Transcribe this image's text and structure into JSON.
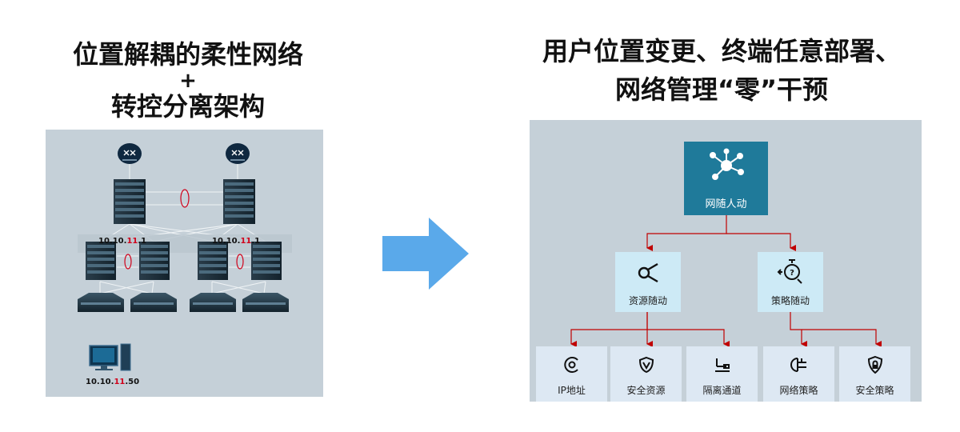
{
  "left_title": {
    "line1": "位置解耦的柔性网络",
    "plus": "+",
    "line3": "转控分离架构"
  },
  "right_title": {
    "line1": "用户位置变更、终端任意部署、",
    "line2": "网络管理“零”干预"
  },
  "network": {
    "left_group_ip": {
      "prefix": "10.10.",
      "highlight": "11",
      "suffix": ".1"
    },
    "right_group_ip": {
      "prefix": "10.10.",
      "highlight": "11",
      "suffix": ".1"
    },
    "terminal_ip": {
      "prefix": "10.10.",
      "highlight": "11",
      "suffix": ".50"
    }
  },
  "architecture": {
    "root": {
      "label": "网随人动",
      "icon": "network-hub-icon"
    },
    "branches": [
      {
        "label": "资源随动",
        "icon": "share-node-icon"
      },
      {
        "label": "策略随动",
        "icon": "policy-timer-icon"
      }
    ],
    "leaves": [
      {
        "label": "IP地址",
        "icon": "ip-address-icon"
      },
      {
        "label": "安全资源",
        "icon": "shield-icon"
      },
      {
        "label": "隔离通道",
        "icon": "isolation-channel-icon"
      },
      {
        "label": "网络策略",
        "icon": "network-policy-icon"
      },
      {
        "label": "安全策略",
        "icon": "security-lock-icon"
      }
    ]
  },
  "colors": {
    "panel_bg": "#c5d0d8",
    "root_box": "#1f7a9a",
    "branch_box": "#cdeaf6",
    "leaf_box": "#dde8f3",
    "connector": "#c00000",
    "arrow": "#5aa9ea",
    "highlight_text": "#d0021b"
  }
}
